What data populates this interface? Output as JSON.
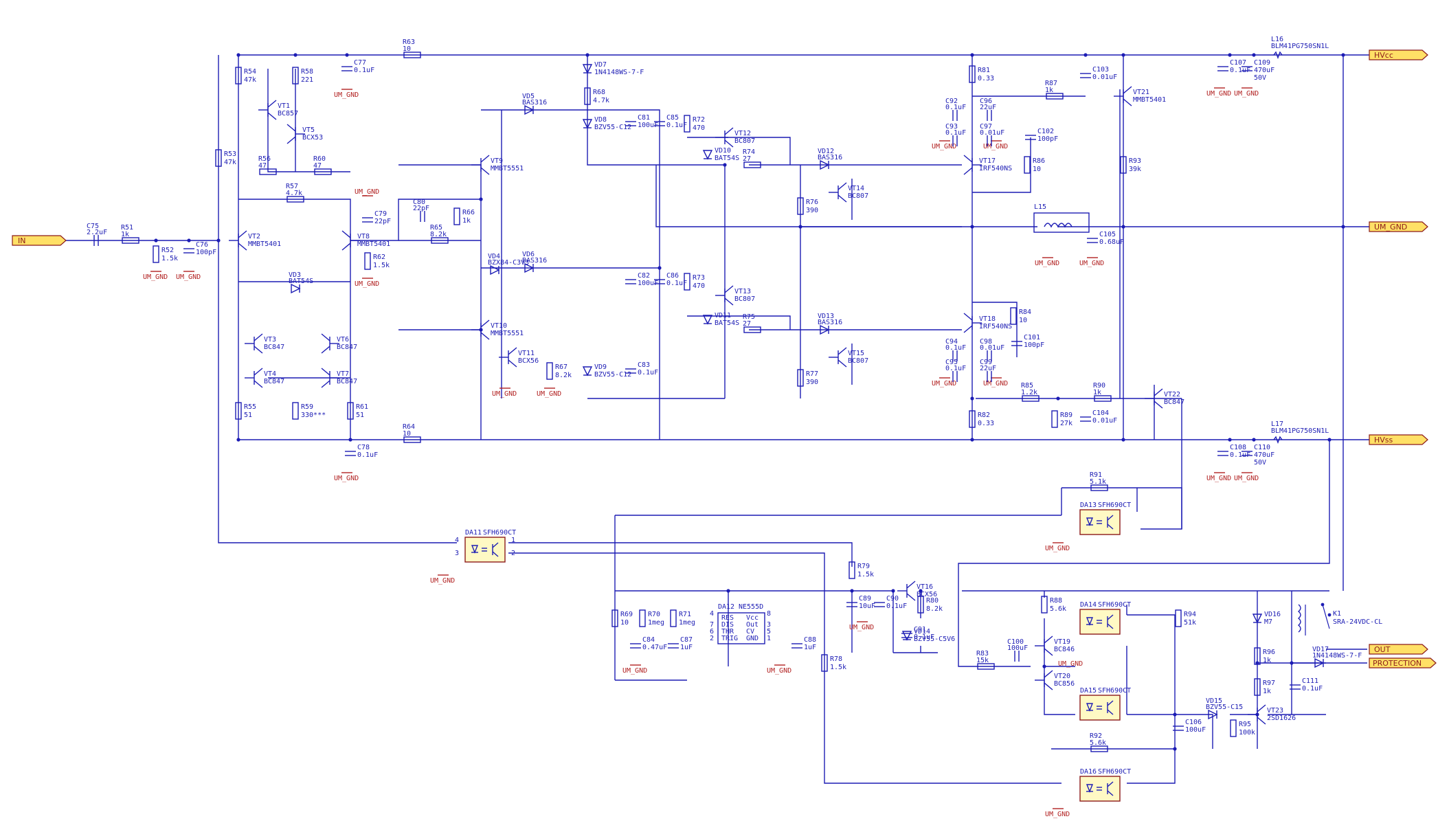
{
  "ports": {
    "in": "IN",
    "hvcc": "HVcc",
    "um_gnd": "UM_GND",
    "hvss": "HVss",
    "out": "OUT",
    "protection": "PROTECTION"
  },
  "gnd_label": "UM_GND",
  "resistors": [
    {
      "ref": "R51",
      "val": "1k"
    },
    {
      "ref": "R52",
      "val": "1.5k"
    },
    {
      "ref": "R53",
      "val": "47k"
    },
    {
      "ref": "R54",
      "val": "47k"
    },
    {
      "ref": "R55",
      "val": "51"
    },
    {
      "ref": "R56",
      "val": "47"
    },
    {
      "ref": "R57",
      "val": "4.7k"
    },
    {
      "ref": "R58",
      "val": "221"
    },
    {
      "ref": "R59",
      "val": "330***"
    },
    {
      "ref": "R60",
      "val": "47"
    },
    {
      "ref": "R61",
      "val": "51"
    },
    {
      "ref": "R62",
      "val": "1.5k"
    },
    {
      "ref": "R63",
      "val": "10"
    },
    {
      "ref": "R64",
      "val": "10"
    },
    {
      "ref": "R65",
      "val": "8.2k"
    },
    {
      "ref": "R66",
      "val": "1k"
    },
    {
      "ref": "R67",
      "val": "8.2k"
    },
    {
      "ref": "R68",
      "val": "4.7k"
    },
    {
      "ref": "R69",
      "val": "10"
    },
    {
      "ref": "R70",
      "val": "1meg"
    },
    {
      "ref": "R71",
      "val": "1meg"
    },
    {
      "ref": "R72",
      "val": "470"
    },
    {
      "ref": "R73",
      "val": "470"
    },
    {
      "ref": "R74",
      "val": "27"
    },
    {
      "ref": "R75",
      "val": "27"
    },
    {
      "ref": "R76",
      "val": "390"
    },
    {
      "ref": "R77",
      "val": "390"
    },
    {
      "ref": "R78",
      "val": "1.5k"
    },
    {
      "ref": "R79",
      "val": "1.5k"
    },
    {
      "ref": "R80",
      "val": "8.2k"
    },
    {
      "ref": "R81",
      "val": "0.33"
    },
    {
      "ref": "R82",
      "val": "0.33"
    },
    {
      "ref": "R83",
      "val": "15k"
    },
    {
      "ref": "R84",
      "val": "10"
    },
    {
      "ref": "R85",
      "val": "1.2k"
    },
    {
      "ref": "R86",
      "val": "10"
    },
    {
      "ref": "R87",
      "val": "1k"
    },
    {
      "ref": "R88",
      "val": "5.6k"
    },
    {
      "ref": "R89",
      "val": "27k"
    },
    {
      "ref": "R90",
      "val": "1k"
    },
    {
      "ref": "R91",
      "val": "5.1k"
    },
    {
      "ref": "R92",
      "val": "5.6k"
    },
    {
      "ref": "R93",
      "val": "39k"
    },
    {
      "ref": "R94",
      "val": "51k"
    },
    {
      "ref": "R95",
      "val": "100k"
    },
    {
      "ref": "R96",
      "val": "1k"
    },
    {
      "ref": "R97",
      "val": "1k"
    }
  ],
  "capacitors": [
    {
      "ref": "C75",
      "val": "2.2uF"
    },
    {
      "ref": "C76",
      "val": "100pF"
    },
    {
      "ref": "C77",
      "val": "0.1uF"
    },
    {
      "ref": "C78",
      "val": "0.1uF"
    },
    {
      "ref": "C79",
      "val": "22pF"
    },
    {
      "ref": "C80",
      "val": "22pF"
    },
    {
      "ref": "C81",
      "val": "100uF"
    },
    {
      "ref": "C82",
      "val": "100uF"
    },
    {
      "ref": "C83",
      "val": "0.1uF"
    },
    {
      "ref": "C84",
      "val": "0.47uF"
    },
    {
      "ref": "C85",
      "val": "0.1uF"
    },
    {
      "ref": "C86",
      "val": "0.1uF"
    },
    {
      "ref": "C87",
      "val": "1uF"
    },
    {
      "ref": "C88",
      "val": "1uF"
    },
    {
      "ref": "C89",
      "val": "10uF"
    },
    {
      "ref": "C90",
      "val": "0.1uF"
    },
    {
      "ref": "C91",
      "val": "0.1uF"
    },
    {
      "ref": "C92",
      "val": "0.1uF"
    },
    {
      "ref": "C93",
      "val": "0.1uF"
    },
    {
      "ref": "C94",
      "val": "0.1uF"
    },
    {
      "ref": "C95",
      "val": "0.1uF"
    },
    {
      "ref": "C96",
      "val": "22uF"
    },
    {
      "ref": "C97",
      "val": "0.01uF"
    },
    {
      "ref": "C98",
      "val": "0.01uF"
    },
    {
      "ref": "C99",
      "val": "22uF"
    },
    {
      "ref": "C100",
      "val": "100uF"
    },
    {
      "ref": "C101",
      "val": "100pF"
    },
    {
      "ref": "C102",
      "val": "100pF"
    },
    {
      "ref": "C103",
      "val": "0.01uF"
    },
    {
      "ref": "C104",
      "val": "0.01uF"
    },
    {
      "ref": "C105",
      "val": "0.68uF"
    },
    {
      "ref": "C106",
      "val": "100uF"
    },
    {
      "ref": "C107",
      "val": "0.1uF"
    },
    {
      "ref": "C108",
      "val": "0.1uF"
    },
    {
      "ref": "C109",
      "val": "470uF"
    },
    {
      "ref": "C109v",
      "val": "50V"
    },
    {
      "ref": "C110",
      "val": "470uF"
    },
    {
      "ref": "C110v",
      "val": "50V"
    },
    {
      "ref": "C111",
      "val": "0.1uF"
    }
  ],
  "transistors": [
    {
      "ref": "VT1",
      "val": "BC857"
    },
    {
      "ref": "VT2",
      "val": "MMBT5401"
    },
    {
      "ref": "VT3",
      "val": "BC847"
    },
    {
      "ref": "VT4",
      "val": "BC847"
    },
    {
      "ref": "VT5",
      "val": "BCX53"
    },
    {
      "ref": "VT6",
      "val": "BC847"
    },
    {
      "ref": "VT7",
      "val": "BC847"
    },
    {
      "ref": "VT8",
      "val": "MMBT5401"
    },
    {
      "ref": "VT9",
      "val": "MMBT5551"
    },
    {
      "ref": "VT10",
      "val": "MMBT5551"
    },
    {
      "ref": "VT11",
      "val": "BCX56"
    },
    {
      "ref": "VT12",
      "val": "BC807"
    },
    {
      "ref": "VT13",
      "val": "BC807"
    },
    {
      "ref": "VT14",
      "val": "BC807"
    },
    {
      "ref": "VT15",
      "val": "BC807"
    },
    {
      "ref": "VT16",
      "val": "BCX56"
    },
    {
      "ref": "VT17",
      "val": "IRF540NS"
    },
    {
      "ref": "VT18",
      "val": "IRF540NS"
    },
    {
      "ref": "VT19",
      "val": "BC846"
    },
    {
      "ref": "VT20",
      "val": "BC856"
    },
    {
      "ref": "VT21",
      "val": "MMBT5401"
    },
    {
      "ref": "VT22",
      "val": "BC847"
    },
    {
      "ref": "VT23",
      "val": "2SD1626"
    }
  ],
  "diodes": [
    {
      "ref": "VD3",
      "val": "BAT54S"
    },
    {
      "ref": "VD4",
      "val": "BZX84-C3V3"
    },
    {
      "ref": "VD5",
      "val": "BAS316"
    },
    {
      "ref": "VD6",
      "val": "BAS316"
    },
    {
      "ref": "VD7",
      "val": "1N4148WS-7-F"
    },
    {
      "ref": "VD8",
      "val": "BZV55-C12"
    },
    {
      "ref": "VD9",
      "val": "BZV55-C12"
    },
    {
      "ref": "VD10",
      "val": "BAT54S"
    },
    {
      "ref": "VD11",
      "val": "BAT54S"
    },
    {
      "ref": "VD12",
      "val": "BAS316"
    },
    {
      "ref": "VD13",
      "val": "BAS316"
    },
    {
      "ref": "VD14",
      "val": "BZV55-C5V6"
    },
    {
      "ref": "VD15",
      "val": "BZV55-C15"
    },
    {
      "ref": "VD16",
      "val": "M7"
    },
    {
      "ref": "VD17",
      "val": "1N4148WS-7-F"
    }
  ],
  "inductors": [
    {
      "ref": "L15",
      "val": ""
    },
    {
      "ref": "L16",
      "val": "BLM41PG750SN1L"
    },
    {
      "ref": "L17",
      "val": "BLM41PG750SN1L"
    }
  ],
  "optos": [
    {
      "ref": "DA11",
      "val": "SFH690CT"
    },
    {
      "ref": "DA13",
      "val": "SFH690CT"
    },
    {
      "ref": "DA14",
      "val": "SFH690CT"
    },
    {
      "ref": "DA15",
      "val": "SFH690CT"
    },
    {
      "ref": "DA16",
      "val": "SFH690CT"
    }
  ],
  "timer": {
    "ref": "DA12",
    "val": "NE555D",
    "pins_left": [
      "RES",
      "DIS",
      "THR",
      "TRIG"
    ],
    "pins_right": [
      "Vcc",
      "Out",
      "CV",
      "GND"
    ],
    "pin_nums_left": [
      "4",
      "7",
      "6",
      "2"
    ],
    "pin_nums_right": [
      "8",
      "3",
      "5",
      "1"
    ]
  },
  "relay": {
    "ref": "K1",
    "val": "SRA-24VDC-CL"
  },
  "pin_numbers": {
    "p1": "1",
    "p2": "2",
    "p3": "3",
    "p4": "4"
  }
}
